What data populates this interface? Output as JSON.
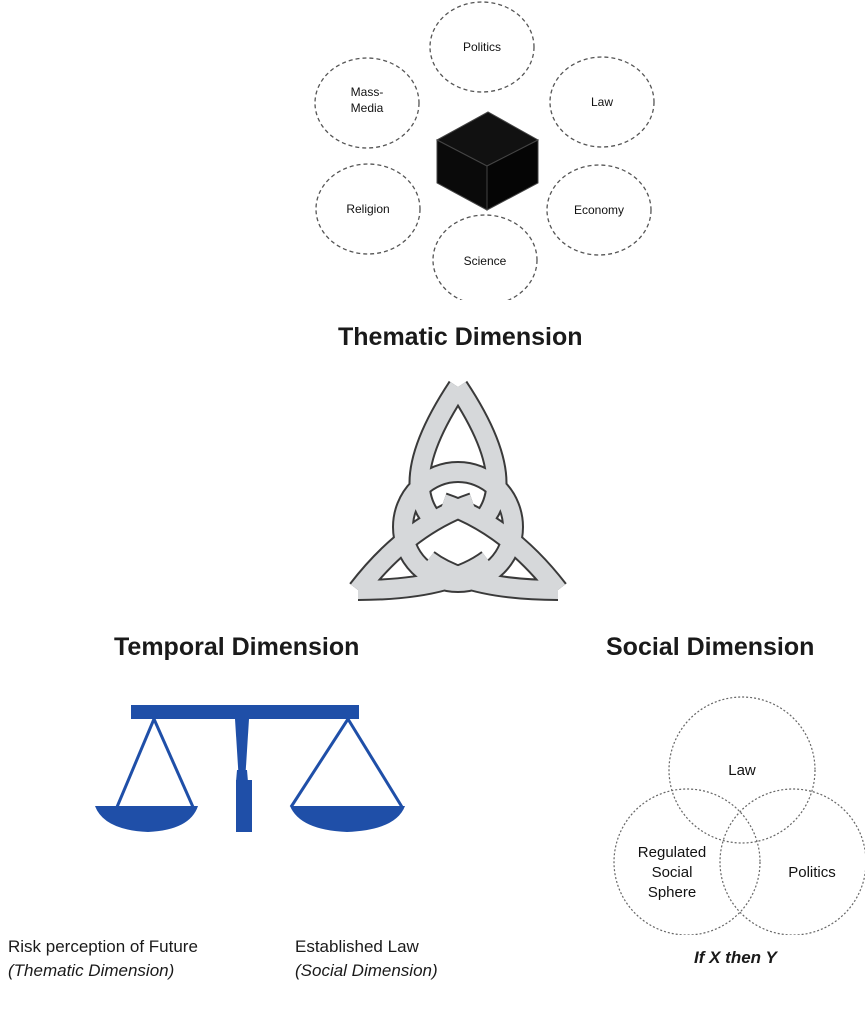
{
  "thematic": {
    "title": "Thematic Dimension",
    "spheres": [
      "Politics",
      "Law",
      "Economy",
      "Science",
      "Religion",
      "Mass-",
      "Media"
    ]
  },
  "temporal": {
    "title": "Temporal Dimension",
    "left_caption": "Risk perception of Future",
    "left_sub": "(Thematic Dimension)",
    "right_caption": "Established Law",
    "right_sub": "(Social Dimension)"
  },
  "social": {
    "title": "Social Dimension",
    "venn": {
      "top": "Law",
      "left_line1": "Regulated",
      "left_line2": "Social",
      "left_line3": "Sphere",
      "right": "Politics"
    },
    "formula": "If X then Y"
  },
  "colors": {
    "scale": "#1f4fa8",
    "knot_fill": "#d6d8da",
    "knot_stroke": "#3a3a3a",
    "cube": "#0c0c0c"
  }
}
